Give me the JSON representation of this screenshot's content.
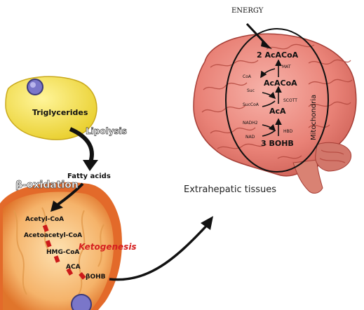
{
  "energy_label": "ENERGY",
  "left": {
    "triglycerides": "Triglycerides",
    "lipolysis": "Lipolysis",
    "fatty_acids": "Fatty acids",
    "beta_oxidation": "β-oxidation",
    "acetyl_coa": "Acetyl-CoA",
    "acetoacetyl_coa": "Acetoacetyl-CoA",
    "hmg_coa": "HMG-CoA",
    "aca": "ACA",
    "bohb": "βOHB",
    "ketogenesis": "Ketogenesis"
  },
  "right": {
    "two_acacoa": "2 AcACoA",
    "mat": "MAT",
    "coa": "CoA",
    "acacoa": "AcACoA",
    "suc": "Suc",
    "succoa": "SucCoA",
    "scott": "SCOTT",
    "aca": "AcA",
    "nadh": "NADH2",
    "nad": "NAD",
    "hbd": "HBD",
    "three_bohb": "3 BOHB",
    "mitochondria": "Mitochondria"
  },
  "extrahepatic_label": "Extrahepatic tissues",
  "colors": {
    "brain": "#e98277",
    "brain_dark": "#b9453d",
    "mito_outer": "#e36a2a",
    "mito_inner": "#f3b36a",
    "triglyceride_fill": "#f3e34d",
    "ketogenesis": "#d62020",
    "step_marker": "#cc1a1a"
  }
}
